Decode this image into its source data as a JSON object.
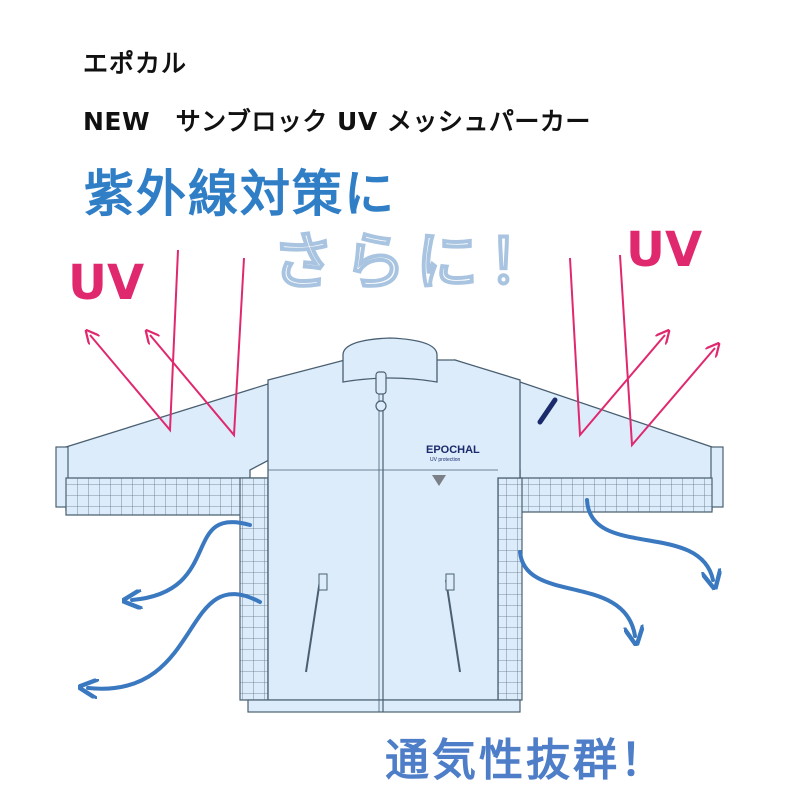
{
  "header": {
    "brand": "エポカル",
    "product": "NEW　サンブロック UV メッシュパーカー"
  },
  "headline": "紫外線対策に",
  "subheadline": "さらに！",
  "uv_labels": {
    "left": "UV",
    "right": "UV"
  },
  "footer": "通気性抜群！",
  "jacket_logo": {
    "name": "EPOCHAL",
    "tagline": "UV protection"
  },
  "colors": {
    "headline": "#2f7ec6",
    "uv_label": "#e0286f",
    "uv_arrow": "#e0286f",
    "airflow_arrow": "#3a78c0",
    "jacket_body": "#dcecfa",
    "jacket_outline": "#4a6072",
    "footer": "#4f7ec9"
  },
  "icons": {
    "uv_arrows": "uv-ray-reflect-arrow",
    "airflow_arrows": "airflow-curved-arrow"
  }
}
